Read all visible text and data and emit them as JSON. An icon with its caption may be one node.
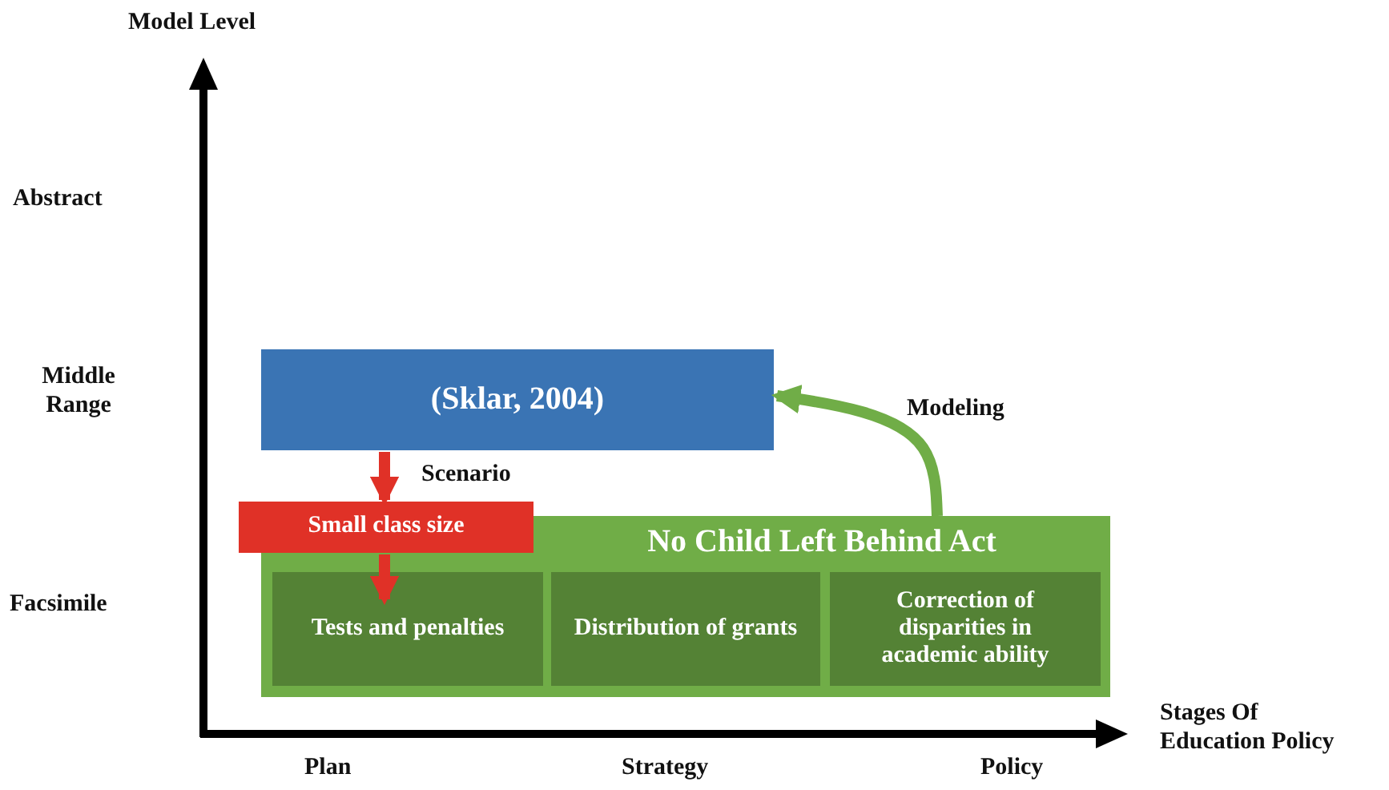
{
  "diagram": {
    "nodes": [
      {
        "text": [
          "(Sklar, 2004)"
        ]
      },
      {
        "text": [
          "Small class size"
        ]
      },
      {
        "text": [
          "No Child Left Behind Act"
        ]
      },
      {
        "text": [
          "Tests and penalties"
        ],
        "in": 2
      },
      {
        "text": [
          "Distribution of grants"
        ],
        "in": 2
      },
      {
        "text": [
          "Correction of disparities in academic ability"
        ],
        "in": 2
      }
    ],
    "edges": [
      {
        "from": 0,
        "to": 1,
        "arrow": "to",
        "label": "Scenario",
        "color": "#e03127"
      },
      {
        "from": 1,
        "to": 3,
        "arrow": "to",
        "color": "#e03127"
      },
      {
        "from": 2,
        "to": 0,
        "arrow": "to",
        "label": "Modeling",
        "color": "#70ad47"
      }
    ],
    "labels": [
      "Model Level",
      "Abstract",
      "Middle Range",
      "Facsimile",
      "Stages Of Education Policy",
      "Plan",
      "Strategy",
      "Policy"
    ]
  }
}
